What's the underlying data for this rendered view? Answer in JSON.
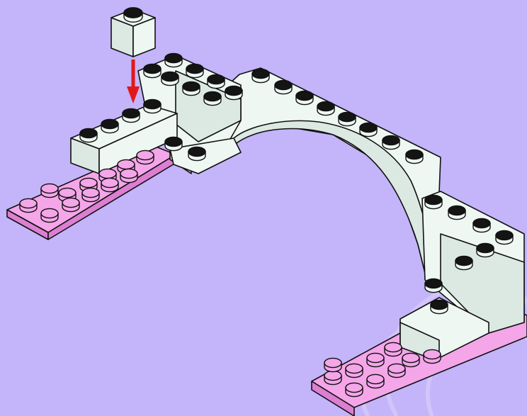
{
  "scene": {
    "background": "#c4b4fa",
    "swirl": "#d6cafb",
    "brick_white": "#eef7f2",
    "brick_shade": "#dce9e3",
    "brick_dark": "#c9d9d2",
    "plate_pink": "#f4a6e9",
    "plate_pink_dark": "#dc7fd2",
    "outline": "#111111",
    "stud_top": "#141414",
    "arrow": "#e11818",
    "parts": [
      "brick-1x1",
      "arch",
      "brick-2x2-step",
      "brick-1x4",
      "plate-2x6"
    ]
  }
}
